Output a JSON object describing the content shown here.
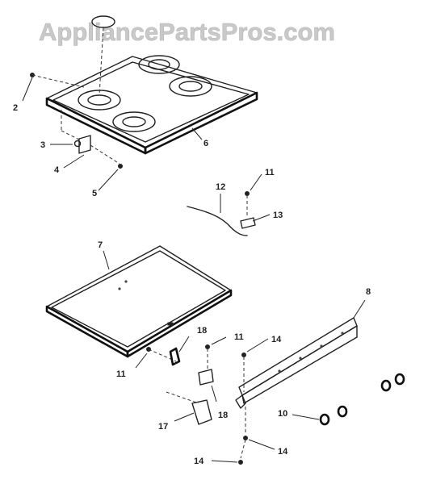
{
  "watermark": "AppliancePartsPros.com",
  "callouts": {
    "c2": "2",
    "c3": "3",
    "c4": "4",
    "c5": "5",
    "c6": "6",
    "c7": "7",
    "c8": "8",
    "c10": "10",
    "c11a": "11",
    "c11b": "11",
    "c11c": "11",
    "c12": "12",
    "c13": "13",
    "c14a": "14",
    "c14b": "14",
    "c14c": "14",
    "c17": "17",
    "c18a": "18",
    "c18b": "18"
  }
}
